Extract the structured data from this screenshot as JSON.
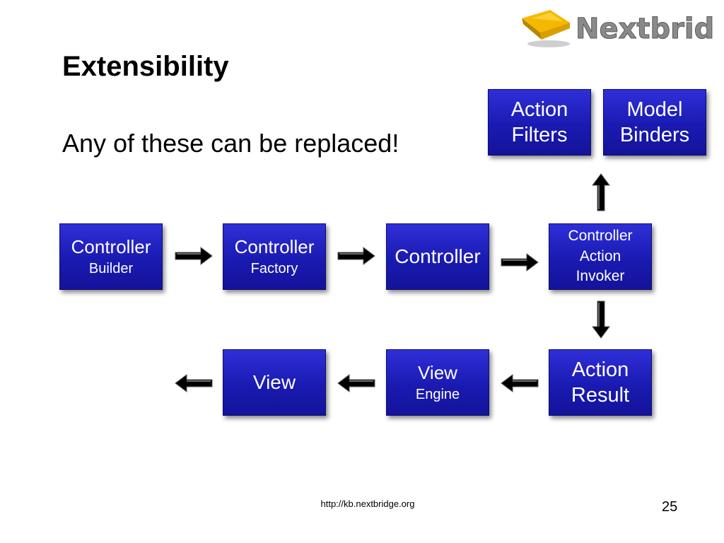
{
  "slide": {
    "title": "Extensibility",
    "subtitle": "Any of these can be replaced!",
    "footer_url": "http://kb.nextbridge.org",
    "page_number": "25"
  },
  "logo": {
    "text": "Nextbridge"
  },
  "nodes": {
    "controller_builder": {
      "line1": "Controller",
      "line2": "Builder"
    },
    "controller_factory": {
      "line1": "Controller",
      "line2": "Factory"
    },
    "controller": {
      "line1": "Controller"
    },
    "controller_action_invoker": {
      "line1": "Controller",
      "line2": "Action",
      "line3": "Invoker"
    },
    "action_filters": {
      "line1": "Action",
      "line2": "Filters"
    },
    "model_binders": {
      "line1": "Model",
      "line2": "Binders"
    },
    "action_result": {
      "line1": "Action",
      "line2": "Result"
    },
    "view_engine": {
      "line1": "View",
      "line2": "Engine"
    },
    "view": {
      "line1": "View"
    }
  },
  "colors": {
    "box_fill": "#1a1ab2",
    "box_border": "#0c0c6e",
    "box_text": "#ffffff",
    "arrow": "#000000",
    "logo_accent": "#f5b800",
    "logo_text": "#8a8a8a"
  }
}
